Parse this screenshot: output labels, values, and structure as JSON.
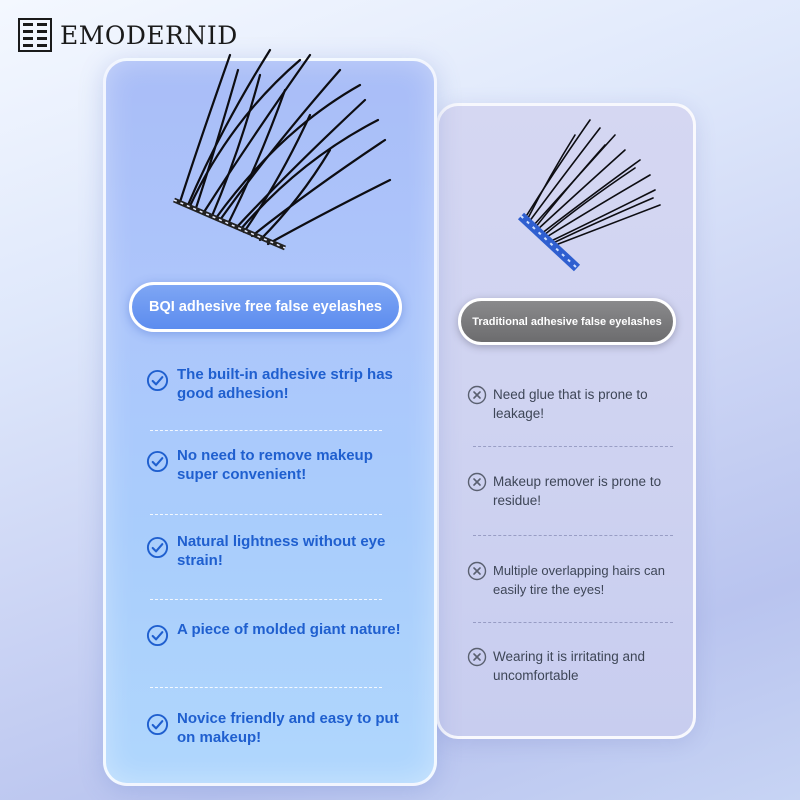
{
  "brand": {
    "name": "EMODERNID",
    "logo_icon": "grid-brand-logo-icon"
  },
  "left_card": {
    "title": "BQI adhesive free false eyelashes",
    "accent_color": "#1f5fcf",
    "features": [
      {
        "icon": "check-circle-icon",
        "text": "The built-in adhesive strip has good adhesion!"
      },
      {
        "icon": "check-circle-icon",
        "text": "No need to remove makeup super convenient!"
      },
      {
        "icon": "check-circle-icon",
        "text": "Natural lightness without eye strain!"
      },
      {
        "icon": "check-circle-icon",
        "text": "A piece of molded giant nature!"
      },
      {
        "icon": "check-circle-icon",
        "text": "Novice friendly and easy to put on makeup!"
      }
    ]
  },
  "right_card": {
    "title": "Traditional adhesive false eyelashes",
    "accent_color": "#6c6c6e",
    "drawbacks": [
      {
        "icon": "x-circle-icon",
        "text": "Need glue that is prone to leakage!"
      },
      {
        "icon": "x-circle-icon",
        "text": "Makeup remover is prone to residue!"
      },
      {
        "icon": "x-circle-icon",
        "text": "Multiple overlapping hairs can easily tire the eyes!"
      },
      {
        "icon": "x-circle-icon",
        "text": "Wearing it is irritating and uncomfortable"
      }
    ]
  }
}
